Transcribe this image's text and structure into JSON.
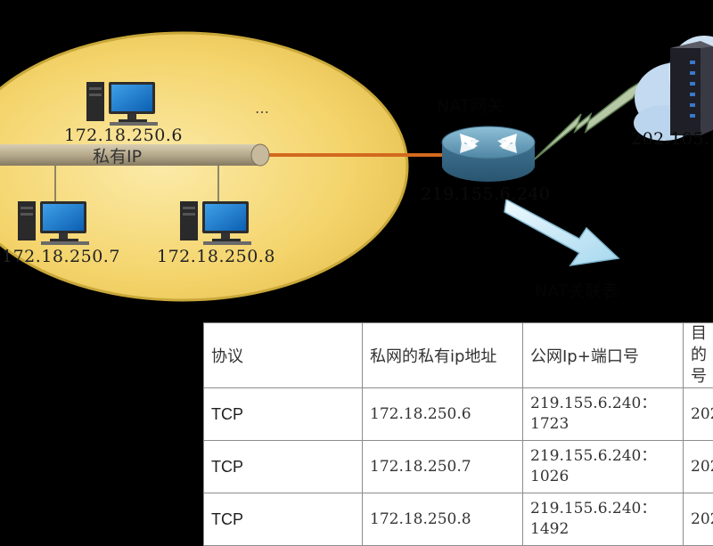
{
  "diagram": {
    "bus_label": "私有IP",
    "hosts": [
      {
        "ip": "172.18.250.6"
      },
      {
        "ip": "172.18.250.7"
      },
      {
        "ip": "172.18.250.8"
      }
    ],
    "ellipsis": "…",
    "gateway": {
      "title": "NAT网关",
      "ip": "219.155.6.240"
    },
    "server": {
      "ip_partial": "202.105."
    },
    "nat_table_label": "NAT关联表"
  },
  "table": {
    "headers": [
      "协议",
      "私网的私有ip地址",
      "公网Ip+端口号",
      "目的\n号"
    ],
    "rows": [
      {
        "protocol": "TCP",
        "private_ip": "172.18.250.6",
        "public": "219.155.6.240：\n1723",
        "dest": "202"
      },
      {
        "protocol": "TCP",
        "private_ip": "172.18.250.7",
        "public": "219.155.6.240：\n1026",
        "dest": "202"
      },
      {
        "protocol": "TCP",
        "private_ip": "172.18.250.8",
        "public": "219.155.6.240：\n1492",
        "dest": "202"
      }
    ]
  },
  "colors": {
    "lan_fill": "#f4d46b",
    "lan_border": "#c9a83a",
    "bus": "#b9ad92",
    "link": "#d2691e",
    "router": "#5b95b4",
    "cloud": "#c3daf0",
    "arrow": "#c9e9f5"
  }
}
